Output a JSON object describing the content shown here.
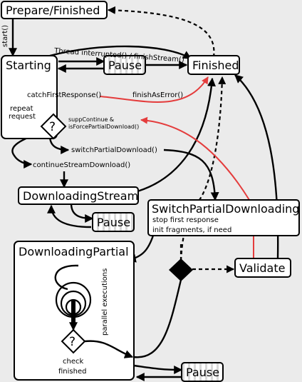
{
  "states": {
    "prepare_finished": "Prepare/Finished",
    "starting": "Starting",
    "finished": "Finished",
    "pause_top": "Pause",
    "downloading_stream": "DownloadingStream",
    "pause_mid": "Pause",
    "switch_partial": "SwitchPartialDownloading",
    "switch_partial_line1": "stop first response",
    "switch_partial_line2": "init fragments, if need",
    "downloading_partial": "DownloadingPartial",
    "validate": "Validate",
    "pause_bottom": "Pause"
  },
  "labels": {
    "start": "start()",
    "thread_interrupted": "Thread interrupted() / finishStream()",
    "catch_first_response": "catchFirstResponse()",
    "finish_as_error": "finishAsError()",
    "repeat_line1": "repeat",
    "repeat_line2": "request",
    "supp_line1": "suppContinue &",
    "supp_line2": "isForcePartialDownload()",
    "question": "?",
    "switch_partial_call": "switchPartialDownload()",
    "continue_stream_call": "continueStreamDownload()",
    "parallel_executions": "parallel executions",
    "check_line1": "check",
    "check_line2": "finished"
  },
  "colors": {
    "background": "#ebebeb",
    "box_fill": "#ffffff",
    "line": "#000000",
    "error_line": "#e43c3c"
  }
}
